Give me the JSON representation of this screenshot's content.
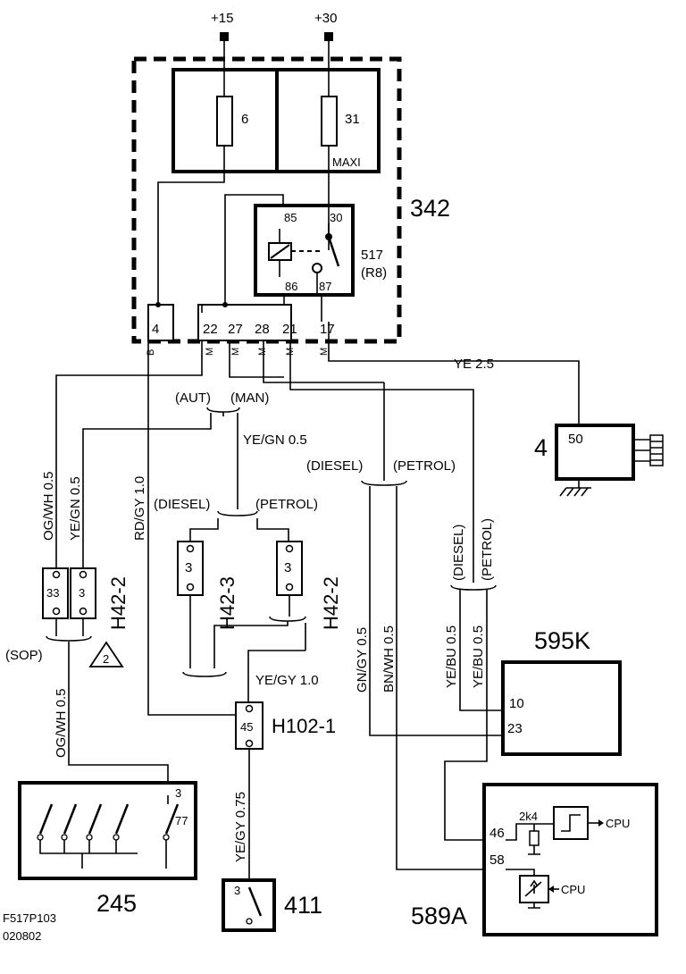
{
  "supply": {
    "plus15": "+15",
    "plus30": "+30"
  },
  "fuses": {
    "f6": "6",
    "f31": "31",
    "maxi": "MAXI"
  },
  "fusebox": {
    "id": "342"
  },
  "relay": {
    "id": "517",
    "ref": "(R8)",
    "pin85": "85",
    "pin30": "30",
    "pin86": "86",
    "pin87": "87"
  },
  "connector_pins": {
    "p4": "4",
    "p22": "22",
    "p27": "27",
    "p28": "28",
    "p21": "21",
    "p17": "17",
    "b": "B",
    "m": "M"
  },
  "variants": {
    "aut": "(AUT)",
    "man": "(MAN)",
    "diesel": "(DIESEL)",
    "petrol": "(PETROL)",
    "sop": "(SOP)"
  },
  "wires": {
    "ye25": "YE   2.5",
    "yegn05": "YE/GN  0.5",
    "ogwh05": "OG/WH  0.5",
    "yegn05v": "YE/GN  0.5",
    "rdgy10": "RD/GY  1.0",
    "gngy05": "GN/GY  0.5",
    "bnwh05": "BN/WH  0.5",
    "yebu05a": "YE/BU  0.5",
    "yebu05b": "YE/BU  0.5",
    "ogwh05b": "OG/WH  0.5",
    "yegy10": "YE/GY  1.0",
    "yegy075": "YE/GY  0.75"
  },
  "connectors": {
    "h42_2_left": "H42-2",
    "h42_3": "H42-3",
    "h42_2_mid": "H42-2",
    "h102_1": "H102-1",
    "pin33": "33",
    "pin3": "3",
    "pin45": "45",
    "note2": "2"
  },
  "components": {
    "c4": "4",
    "c4_pin": "50",
    "c595k": "595K",
    "c595k_p10": "10",
    "c595k_p23": "23",
    "c589a": "589A",
    "c589a_p46": "46",
    "c589a_p58": "58",
    "res": "2k4",
    "cpu": "CPU",
    "c245": "245",
    "c245_p3": "3",
    "c245_p77": "77",
    "c411": "411",
    "c411_p3": "3"
  },
  "footer": {
    "code": "F517P103",
    "date": "020802"
  }
}
